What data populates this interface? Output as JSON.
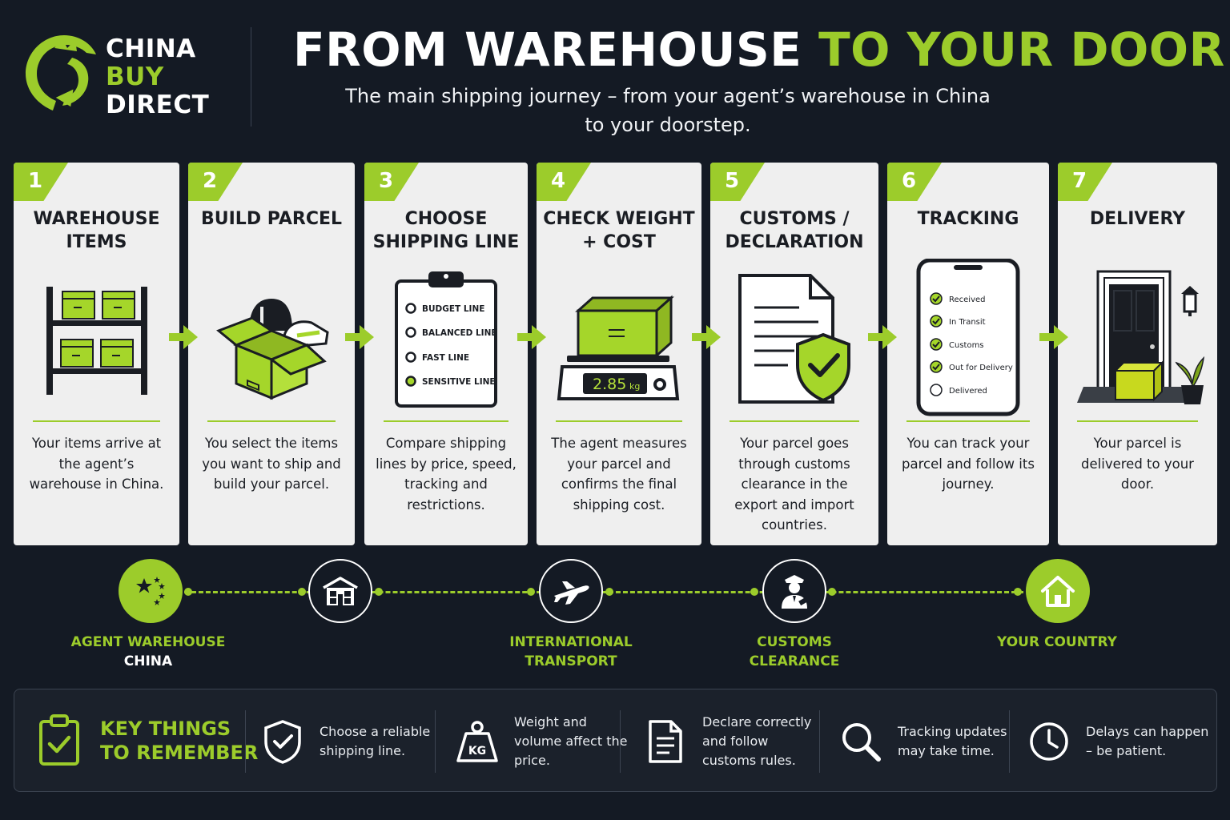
{
  "brand": {
    "line1": "CHINA",
    "line2": "BUY",
    "line3": "DIRECT"
  },
  "header": {
    "title_white": "FROM WAREHOUSE",
    "title_green": "TO YOUR DOOR",
    "subtitle": "The main shipping journey – from your agent’s warehouse in China to your doorstep."
  },
  "steps": [
    {
      "number": "1",
      "title": "WAREHOUSE ITEMS",
      "desc": "Your items arrive at the agent’s warehouse in China.",
      "icon": "warehouse-shelf-icon"
    },
    {
      "number": "2",
      "title": "BUILD PARCEL",
      "desc": "You select the items you want to ship and build your parcel.",
      "icon": "open-box-icon"
    },
    {
      "number": "3",
      "title": "CHOOSE SHIPPING LINE",
      "desc": "Compare shipping lines by price, speed, tracking and restrictions.",
      "icon": "clipboard-icon",
      "options": [
        "BUDGET LINE",
        "BALANCED LINE",
        "FAST LINE",
        "SENSITIVE LINE"
      ]
    },
    {
      "number": "4",
      "title": "CHECK WEIGHT + COST",
      "desc": "The agent measures your parcel and confirms the final shipping cost.",
      "icon": "scale-icon",
      "weight_value": "2.85",
      "weight_unit": "kg"
    },
    {
      "number": "5",
      "title": "CUSTOMS / DECLARATION",
      "desc": "Your parcel goes through customs clearance in the export and import countries.",
      "icon": "document-shield-icon"
    },
    {
      "number": "6",
      "title": "TRACKING",
      "desc": "You can track your parcel and follow its journey.",
      "icon": "phone-tracking-icon",
      "statuses": [
        "Received",
        "In Transit",
        "Customs",
        "Out for Delivery",
        "Delivered"
      ]
    },
    {
      "number": "7",
      "title": "DELIVERY",
      "desc": "Your parcel is delivered to your door.",
      "icon": "front-door-icon"
    }
  ],
  "route": [
    {
      "l1": "AGENT WAREHOUSE",
      "l2": "CHINA",
      "icon": "china-flag-icon"
    },
    {
      "l1": "",
      "l2": "",
      "icon": "warehouse-building-icon"
    },
    {
      "l1": "INTERNATIONAL",
      "l2": "TRANSPORT",
      "icon": "airplane-icon"
    },
    {
      "l1": "CUSTOMS",
      "l2": "CLEARANCE",
      "icon": "customs-officer-icon"
    },
    {
      "l1": "YOUR COUNTRY",
      "l2": "",
      "icon": "house-icon"
    }
  ],
  "key": {
    "line1": "KEY THINGS",
    "line2": "TO REMEMBER",
    "items": [
      {
        "text": "Choose a reliable shipping line.",
        "icon": "shield-check-icon"
      },
      {
        "text": "Weight and volume affect the price.",
        "icon": "kg-weight-icon",
        "icon_label": "KG"
      },
      {
        "text": "Declare correctly and follow customs rules.",
        "icon": "document-icon"
      },
      {
        "text": "Tracking updates may take time.",
        "icon": "magnifier-icon"
      },
      {
        "text": "Delays can happen – be patient.",
        "icon": "clock-icon"
      }
    ]
  },
  "colors": {
    "background": "#141a24",
    "accent": "#9ccc2b",
    "card": "#efefef",
    "ink": "#1a1d23"
  }
}
